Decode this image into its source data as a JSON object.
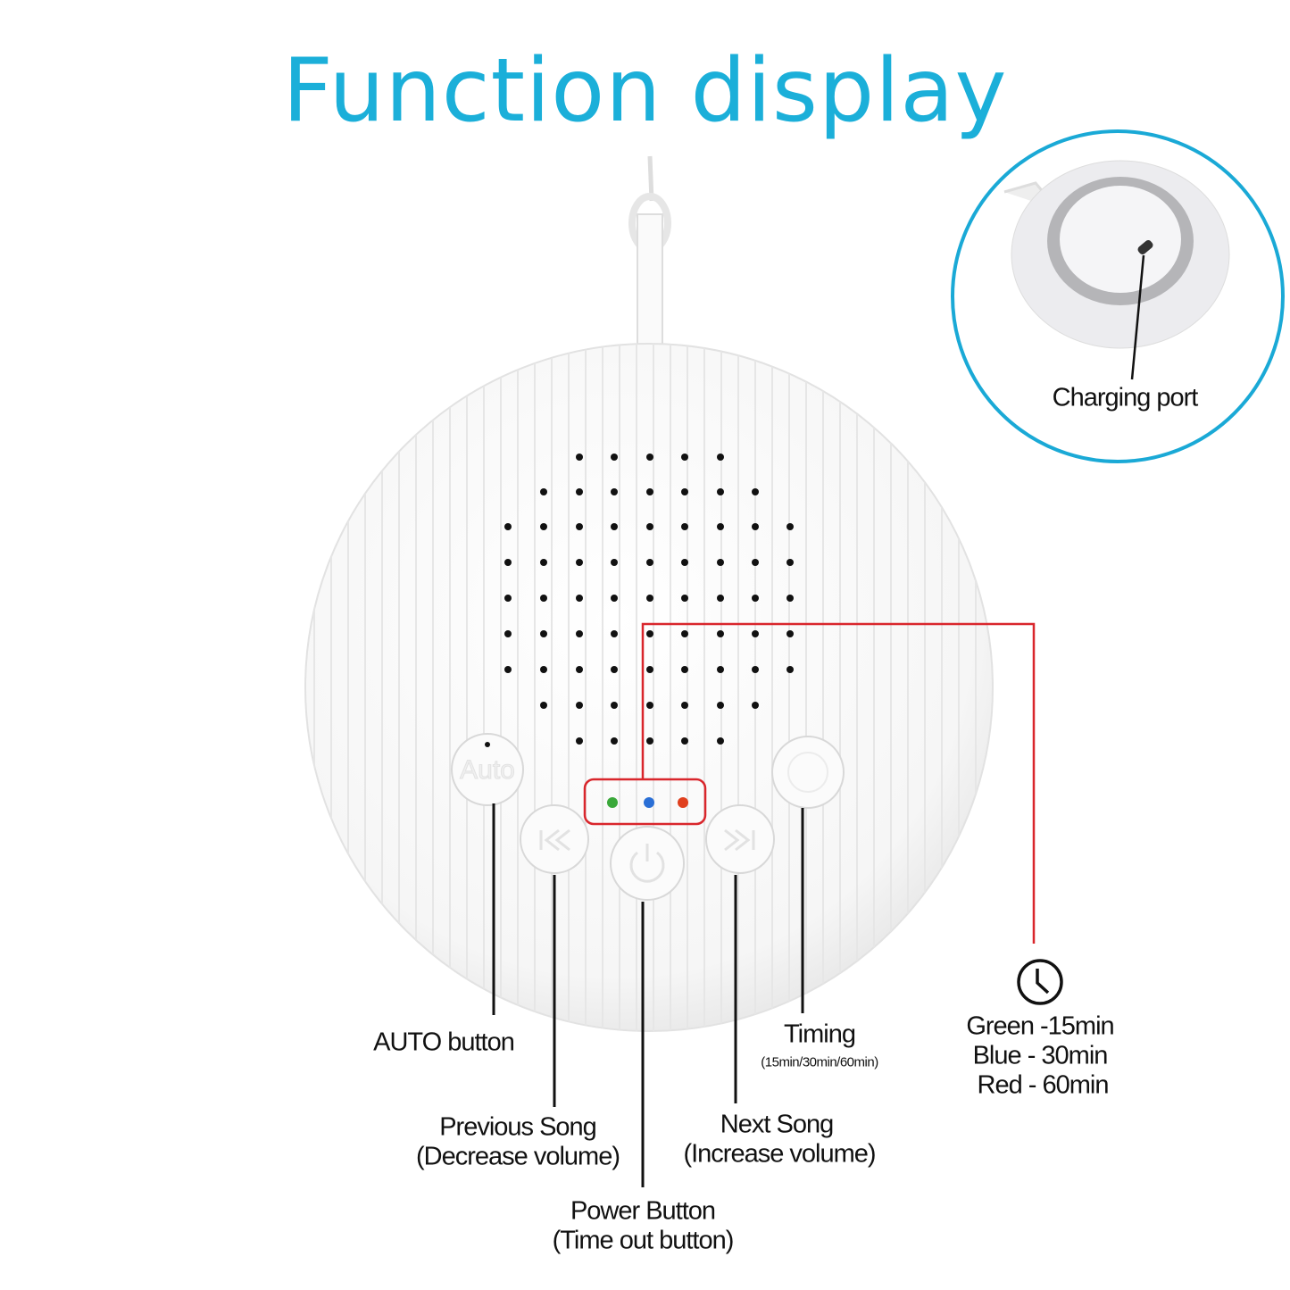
{
  "title": "Function display",
  "colors": {
    "title": "#1bafd9",
    "inset_ring": "#1aa9d6",
    "callout_red": "#d9262c",
    "led_green": "#3aa83a",
    "led_blue": "#2a6fd6",
    "led_red": "#e0401e"
  },
  "inset": {
    "label": "Charging port"
  },
  "buttons": {
    "auto": {
      "embossed": "Auto",
      "label": "AUTO button",
      "icon": "auto-text"
    },
    "previous": {
      "label": "Previous Song",
      "sublabel": "(Decrease volume)",
      "icon": "previous-track-icon"
    },
    "power": {
      "label": "Power Button",
      "sublabel": "(Time out button)",
      "icon": "power-icon"
    },
    "next": {
      "label": "Next Song",
      "sublabel": "(Increase volume)",
      "icon": "next-track-icon"
    },
    "timing": {
      "label": "Timing",
      "sublabel": "(15min/30min/60min)",
      "icon": "clock-icon"
    }
  },
  "leds": {
    "icon": "clock-icon",
    "lines": [
      "Green -15min",
      "Blue - 30min",
      "Red - 60min"
    ]
  }
}
